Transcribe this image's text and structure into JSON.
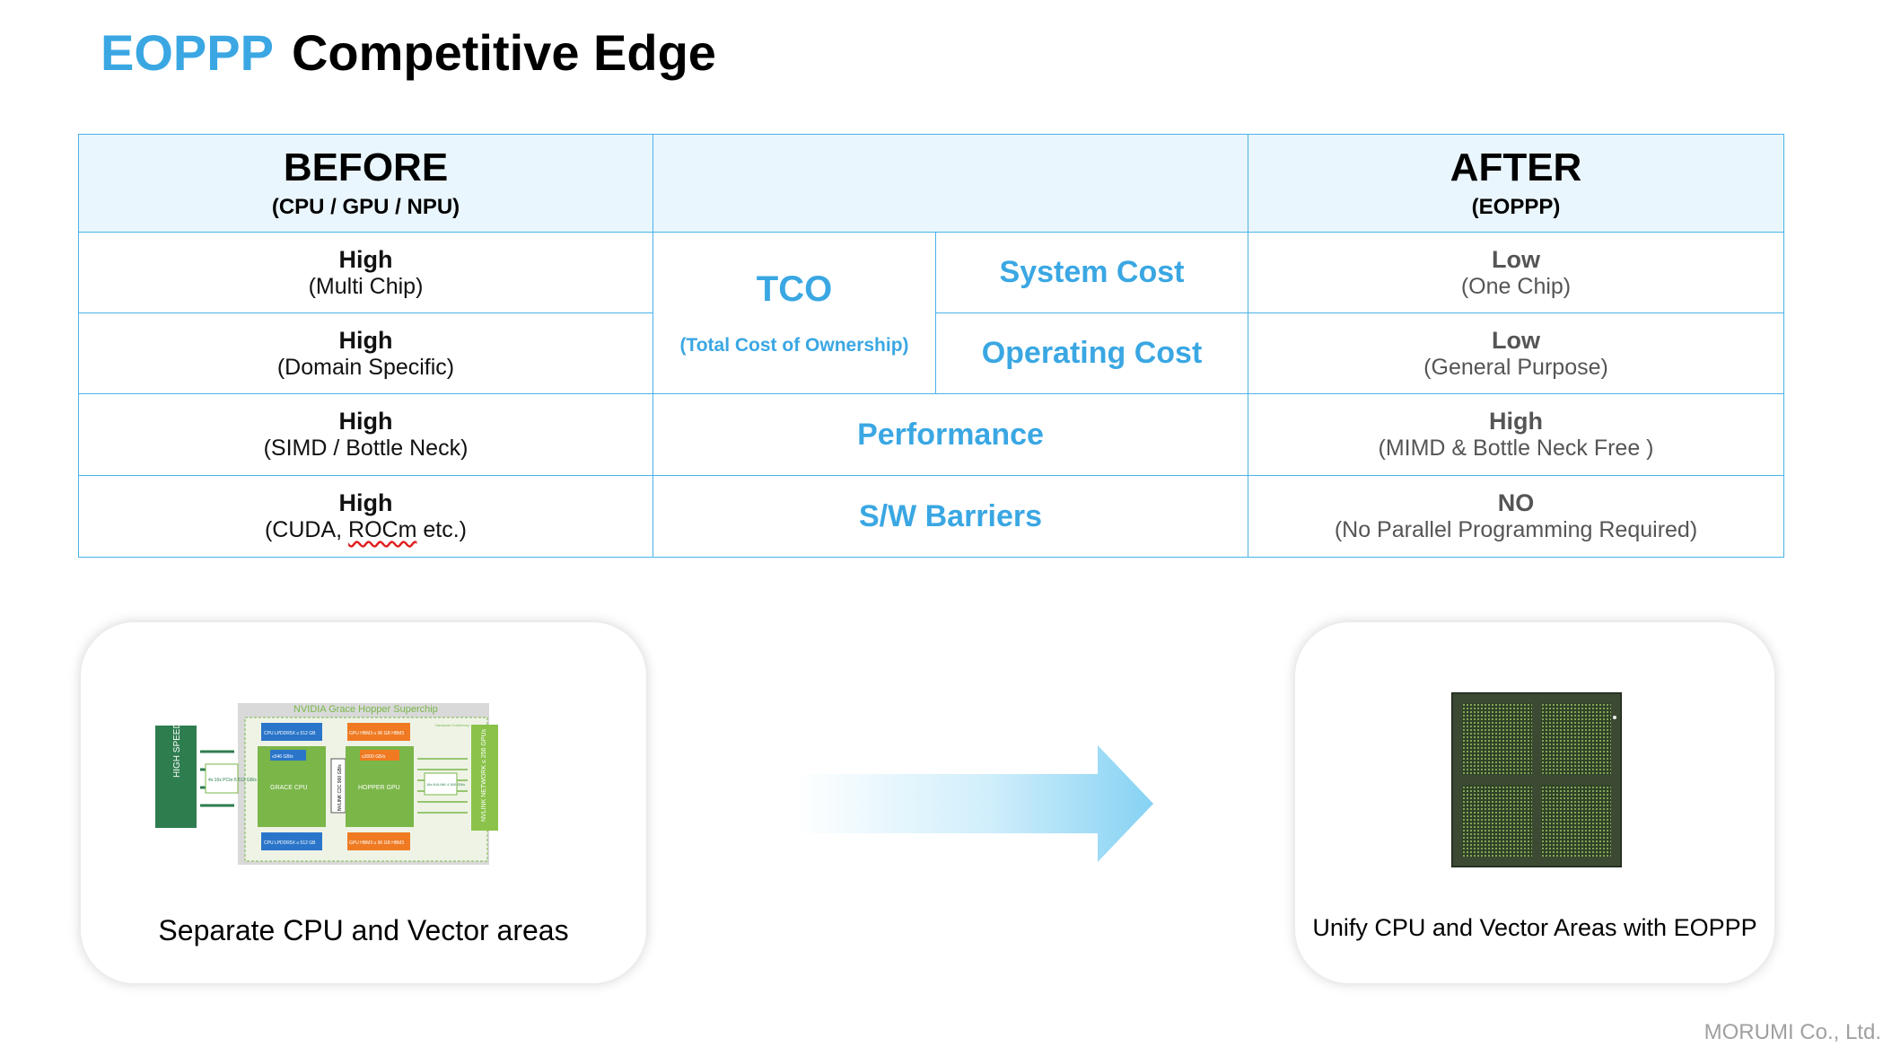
{
  "title": {
    "brand": "EOPPP",
    "rest": "Competitive Edge"
  },
  "table": {
    "before_header": "BEFORE",
    "before_sub": "(CPU / GPU / NPU)",
    "after_header": "AFTER",
    "after_sub": "(EOPPP)",
    "tco_label": "TCO",
    "tco_sub": "(Total Cost of Ownership)",
    "rows": [
      {
        "metric": "System Cost",
        "before_level": "High",
        "before_desc": "(Multi Chip)",
        "after_level": "Low",
        "after_desc": "(One Chip)"
      },
      {
        "metric": "Operating Cost",
        "before_level": "High",
        "before_desc": "(Domain Specific)",
        "after_level": "Low",
        "after_desc": "(General Purpose)"
      },
      {
        "metric": "Performance",
        "before_level": "High",
        "before_desc": "(SIMD / Bottle Neck)",
        "after_level": "High",
        "after_desc": "(MIMD & Bottle Neck Free )"
      },
      {
        "metric": "S/W Barriers",
        "before_level": "High",
        "before_desc_a": "(CUDA, ",
        "before_desc_b": "ROCm",
        "before_desc_c": " etc.)",
        "after_level": "NO",
        "after_desc": "(No Parallel Programming Required)"
      }
    ]
  },
  "diagram": {
    "title": "NVIDIA Grace Hopper Superchip",
    "io": "HIGH SPEED I/O",
    "pcie": "4x 16x PCIe-5 512 GB/s",
    "cpu_mem_top": "CPU LPDDR5X ≤ 512 GB",
    "cpu_mem_bottom": "CPU LPDDR5X ≤ 512 GB",
    "cpu_bw": "≤546 GB/s",
    "cpu": "GRACE CPU",
    "c2c": "NVLINK C2C 900 GB/s",
    "gpu_mem_top": "GPU HBM3 ≤ 96 GB HBM3",
    "gpu_mem_bottom": "GPU HBM3 ≤ 96 GB HBM3",
    "gpu_bw": "≤3000 GB/s",
    "gpu": "HOPPER GPU",
    "nvlink": "18x NVLINK 4 900 GB/s",
    "network": "NVLINK NETWORK ≤ 256 GPUs",
    "coherency": "Hardware Coherency"
  },
  "captions": {
    "left": "Separate CPU and Vector areas",
    "right": "Unify CPU and Vector Areas with EOPPP"
  },
  "footer": "MORUMI Co., Ltd.",
  "colors": {
    "accent": "#3aa7e3",
    "border": "#4ab2e6",
    "header_bg": "#eaf6fd",
    "green": "#7ab648"
  }
}
